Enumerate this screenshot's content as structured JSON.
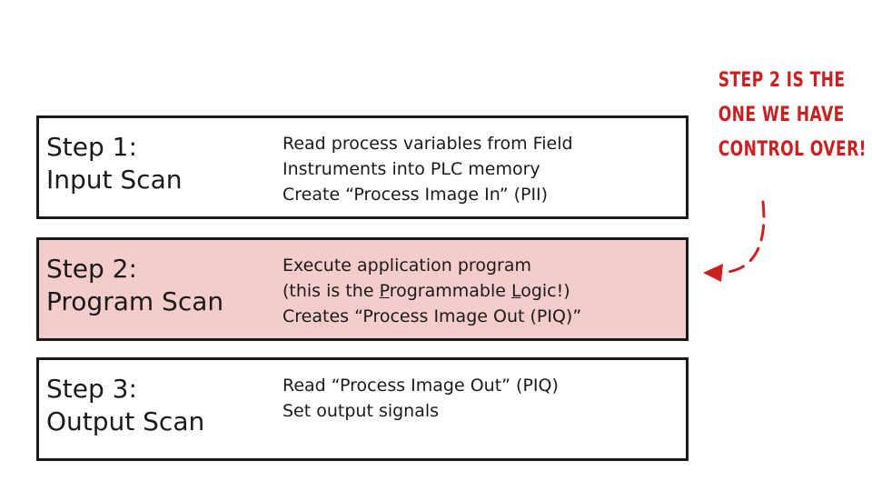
{
  "steps": [
    {
      "title_line1": "Step 1:",
      "title_line2": "Input Scan",
      "desc": [
        "Read process variables from Field",
        "Instruments into PLC memory",
        "Create “Process Image In” (PII)"
      ]
    },
    {
      "title_line1": "Step 2:",
      "title_line2": "Program Scan",
      "desc_line1": "Execute application program",
      "desc_line2_parts": [
        "(this is the ",
        "P",
        "rogrammable ",
        "L",
        "ogic!)"
      ],
      "desc_line3": "Creates “Process Image Out (PIQ)”"
    },
    {
      "title_line1": "Step 3:",
      "title_line2": "Output Scan",
      "desc": [
        "Read “Process Image Out” (PIQ)",
        "Set output signals"
      ]
    }
  ],
  "annotation": {
    "lines": [
      "STEP 2 IS THE",
      "ONE WE HAVE",
      "CONTROL OVER!"
    ]
  },
  "colors": {
    "highlight_fill": "#f4cccc",
    "annotation_red": "#cc1f1f",
    "border": "#1a1a1a"
  }
}
